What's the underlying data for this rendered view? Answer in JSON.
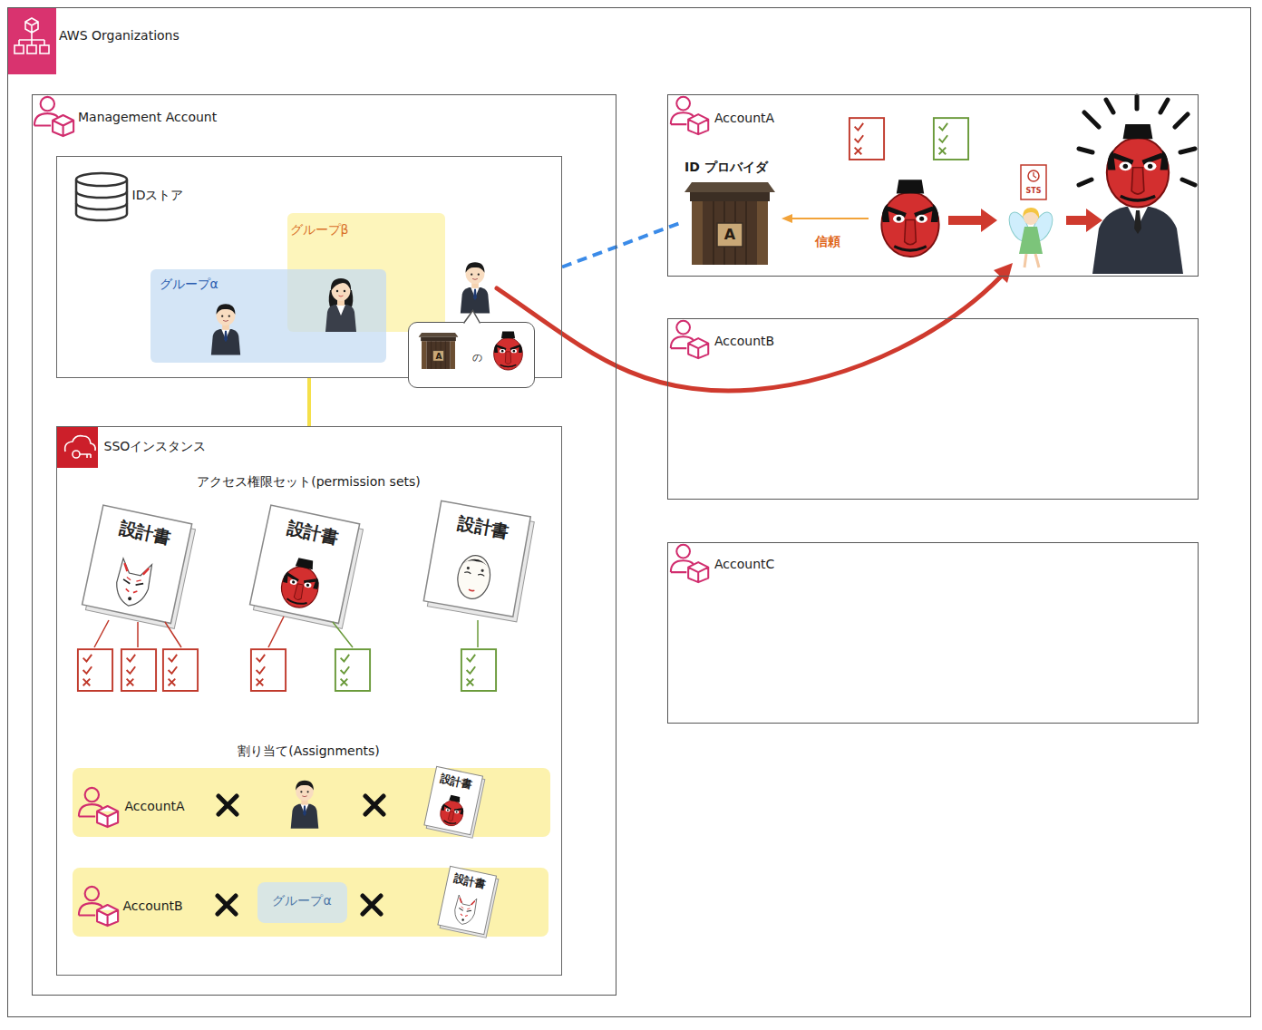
{
  "diagram": {
    "nodes": [
      {
        "text": [
          "AWS Organizations"
        ]
      },
      {
        "text": [
          "Management Account"
        ],
        "in": 0
      },
      {
        "text": [
          "IDストア"
        ],
        "in": 1
      },
      {
        "text": [
          "グループβ"
        ],
        "in": 2
      },
      {
        "text": [
          "グループα"
        ],
        "in": 2
      },
      {
        "text": [
          "の"
        ],
        "in": 2
      },
      {
        "text": [
          "SSOインスタンス",
          "アクセス権限セット(permission sets)",
          "割り当て(Assignments)"
        ],
        "in": 1
      },
      {
        "text": [
          "AccountA"
        ],
        "in": 6
      },
      {
        "text": [
          "AccountB"
        ],
        "in": 6
      },
      {
        "text": [
          "グループα"
        ],
        "in": 8
      },
      {
        "text": [
          "AccountA"
        ],
        "in": 0
      },
      {
        "text": [
          "ID プロバイダ"
        ],
        "in": 10
      },
      {
        "text": [
          "AccountB"
        ],
        "in": 0
      },
      {
        "text": [
          "AccountC"
        ],
        "in": 0
      }
    ],
    "edges": [
      {
        "from": 2,
        "to": 11,
        "arrow": "none"
      },
      {
        "from": 2,
        "to": 6,
        "arrow": "none"
      }
    ],
    "labels": [
      "A",
      "設計書",
      "設計書",
      "設計書",
      "設計書",
      "設計書",
      "A",
      "信頼",
      "STS"
    ]
  }
}
